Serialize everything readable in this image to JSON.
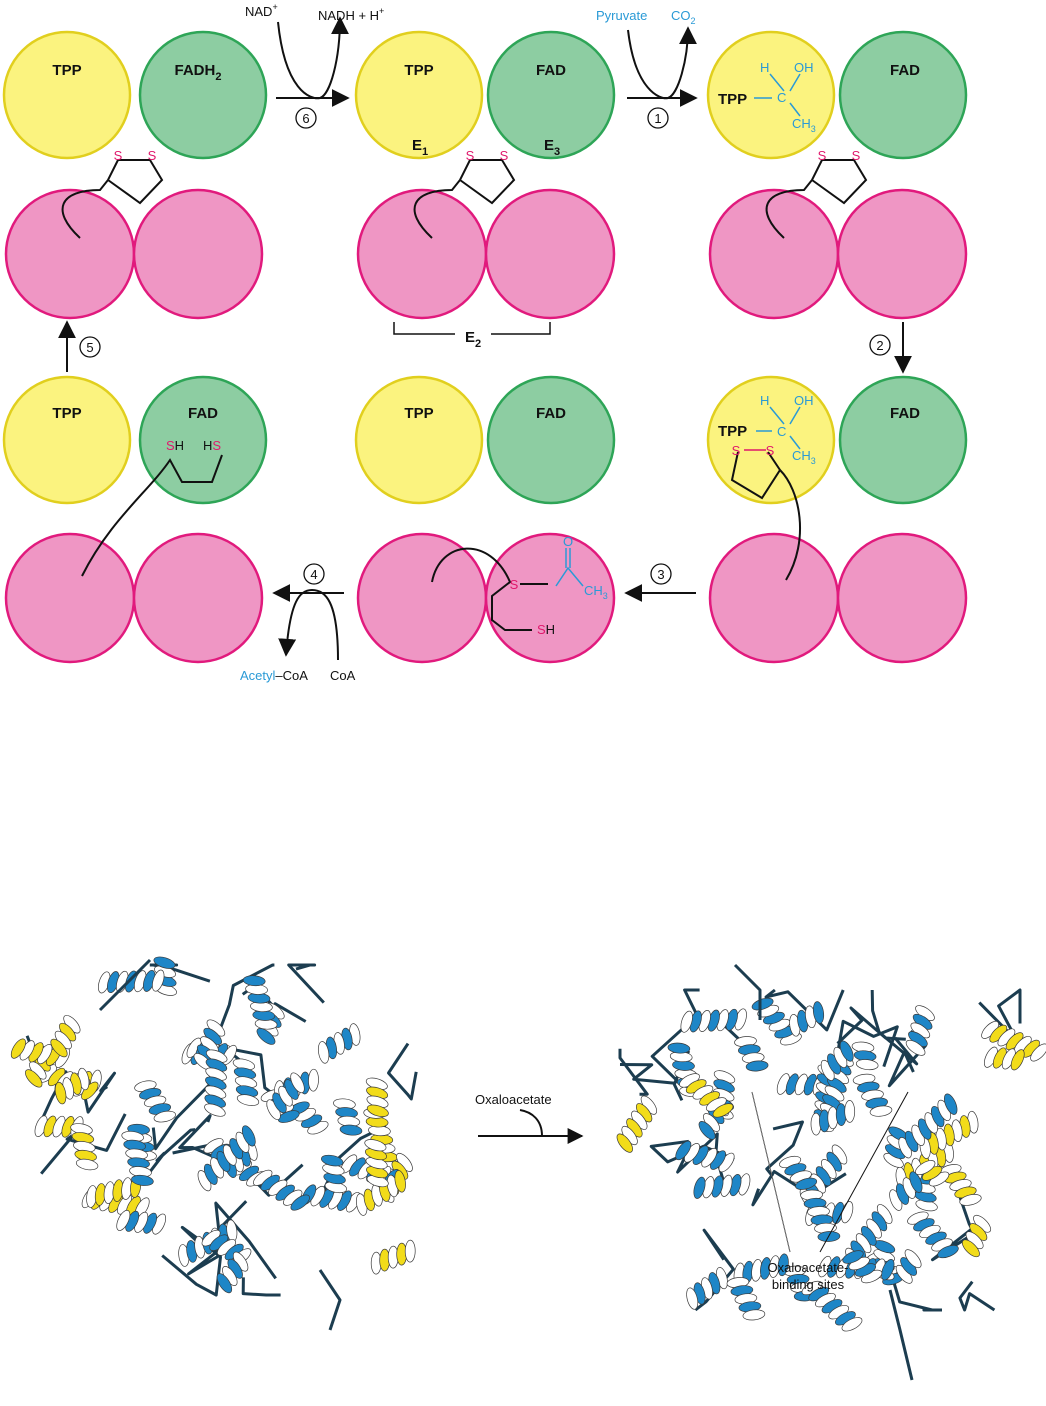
{
  "colors": {
    "e1_fill": "#fbf37f",
    "e1_stroke": "#e1cf1e",
    "e3_fill": "#8dcda2",
    "e3_stroke": "#2ea557",
    "e2_fill": "#ef96c4",
    "e2_stroke": "#e11a7d",
    "blue_text": "#2a9ad6",
    "sulfur": "#e0186c",
    "helix_blue": "#1e86c7",
    "helix_yellow": "#f2dc1a",
    "coil": "#1c3d50"
  },
  "scheme": {
    "state_a": {
      "tpp": "TPP",
      "fad": "FADH",
      "fad_sub": "2",
      "s_left": "S",
      "s_right": "S"
    },
    "state_b": {
      "tpp": "TPP",
      "fad": "FAD",
      "e1": "E",
      "e1_sub": "1",
      "e3": "E",
      "e3_sub": "3",
      "e2": "E",
      "e2_sub": "2",
      "s_left": "S",
      "s_right": "S"
    },
    "state_c": {
      "tpp": "TPP",
      "fad": "FAD",
      "h": "H",
      "oh": "OH",
      "c": "C",
      "ch3": "CH",
      "ch3_sub": "3",
      "s_left": "S",
      "s_right": "S"
    },
    "state_d": {
      "tpp": "TPP",
      "fad": "FAD",
      "h": "H",
      "oh": "OH",
      "c": "C",
      "ch3": "CH",
      "ch3_sub": "3",
      "s_left": "S",
      "s_right": "S"
    },
    "state_e": {
      "tpp": "TPP",
      "fad": "FAD",
      "s": "S",
      "o": "O",
      "ch3": "CH",
      "ch3_sub": "3",
      "sh_s": "S",
      "sh_h": "H"
    },
    "state_f": {
      "tpp": "TPP",
      "fad": "FAD",
      "sh_s": "S",
      "sh_h": "H",
      "hs_h": "H",
      "hs_s": "S"
    },
    "step6": {
      "num": "6",
      "in": "NAD",
      "in_sup": "+",
      "out": "NADH + H",
      "out_sup": "+"
    },
    "step1": {
      "num": "1",
      "in": "Pyruvate",
      "out": "CO",
      "out_sub": "2"
    },
    "step2": {
      "num": "2"
    },
    "step3": {
      "num": "3"
    },
    "step4": {
      "num": "4",
      "out_blue": "Acetyl",
      "out_rest": "–CoA",
      "in": "CoA"
    },
    "step5": {
      "num": "5"
    }
  },
  "proteins": {
    "arrow_label": "Oxaloacetate",
    "binding_label_line1": "Oxaloacetate-",
    "binding_label_line2": "binding sites"
  }
}
